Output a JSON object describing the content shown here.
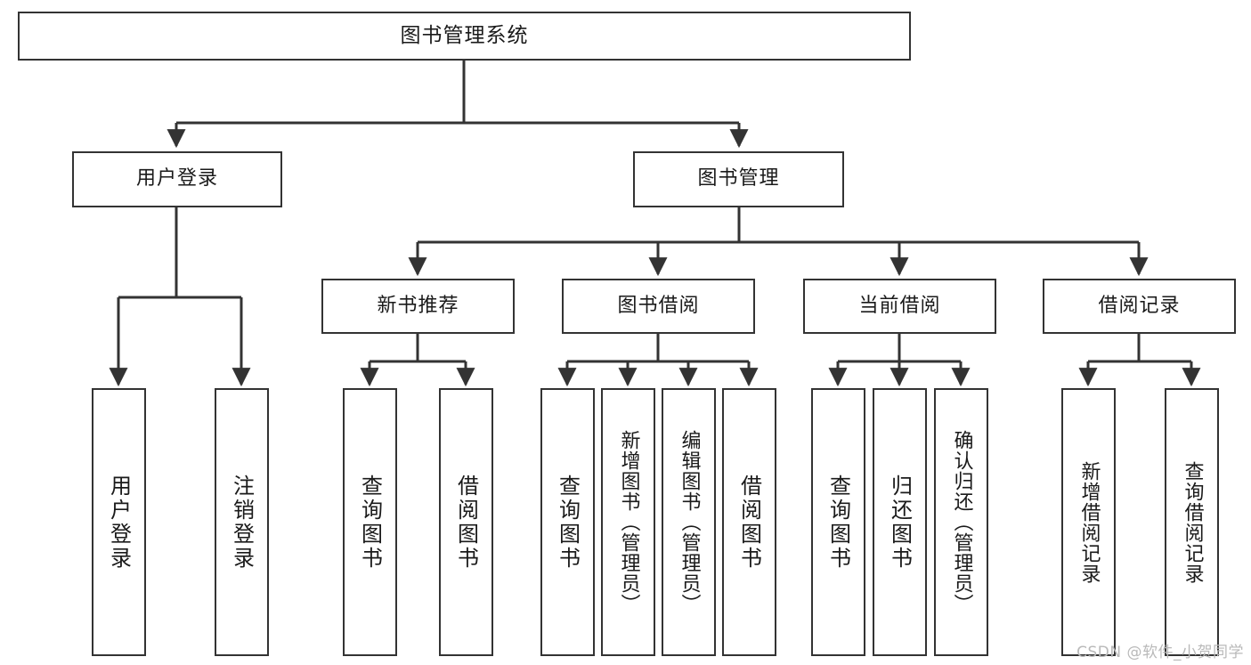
{
  "diagram": {
    "title": "图书管理系统",
    "type": "tree-hierarchy-chart",
    "root": {
      "id": "root",
      "label": "图书管理系统"
    },
    "level2": [
      {
        "id": "user-login",
        "label": "用户登录"
      },
      {
        "id": "book-manage",
        "label": "图书管理"
      }
    ],
    "level3": [
      {
        "id": "new-book-rec",
        "label": "新书推荐",
        "parent": "book-manage"
      },
      {
        "id": "book-borrow",
        "label": "图书借阅",
        "parent": "book-manage"
      },
      {
        "id": "current-borrow",
        "label": "当前借阅",
        "parent": "book-manage"
      },
      {
        "id": "borrow-record",
        "label": "借阅记录",
        "parent": "book-manage"
      }
    ],
    "leaves": [
      {
        "id": "leaf-user-login",
        "label": "用户登录",
        "parent": "user-login"
      },
      {
        "id": "leaf-user-logout",
        "label": "注销登录",
        "parent": "user-login"
      },
      {
        "id": "leaf-rec-query-book",
        "label": "查询图书",
        "parent": "new-book-rec"
      },
      {
        "id": "leaf-rec-borrow-book",
        "label": "借阅图书",
        "parent": "new-book-rec"
      },
      {
        "id": "leaf-borrow-query-book",
        "label": "查询图书",
        "parent": "book-borrow"
      },
      {
        "id": "leaf-borrow-add-book",
        "label": "新增图书（管理员）",
        "parent": "book-borrow"
      },
      {
        "id": "leaf-borrow-edit-book",
        "label": "编辑图书（管理员）",
        "parent": "book-borrow"
      },
      {
        "id": "leaf-borrow-borrow-book",
        "label": "借阅图书",
        "parent": "book-borrow"
      },
      {
        "id": "leaf-cur-query-book",
        "label": "查询图书",
        "parent": "current-borrow"
      },
      {
        "id": "leaf-cur-return-book",
        "label": "归还图书",
        "parent": "current-borrow"
      },
      {
        "id": "leaf-cur-confirm-return",
        "label": "确认归还（管理员）",
        "parent": "current-borrow"
      },
      {
        "id": "leaf-rec-add-record",
        "label": "新增借阅记录",
        "parent": "borrow-record"
      },
      {
        "id": "leaf-rec-query-record",
        "label": "查询借阅记录",
        "parent": "borrow-record"
      }
    ],
    "watermark": "CSDN @软件_小贺同学",
    "colors": {
      "border": "#333333",
      "text": "#1a1a1a",
      "background": "#ffffff",
      "connector": "#333333",
      "watermark": "#b9b9b9"
    }
  }
}
